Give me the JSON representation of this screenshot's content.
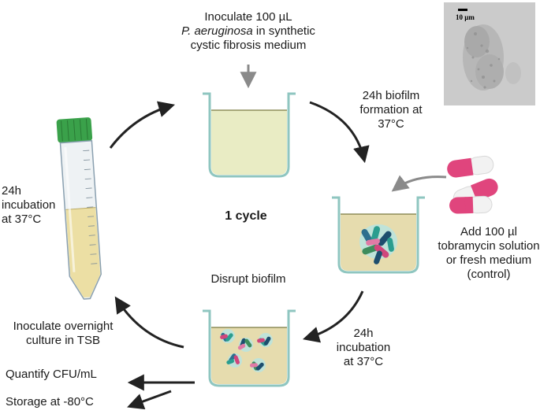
{
  "labels": {
    "inoculate_line1": "Inoculate 100 µL",
    "inoculate_species": "P. aeruginosa",
    "inoculate_line2_rest": " in synthetic",
    "inoculate_line3": "cystic fibrosis medium",
    "biofilm_line1": "24h biofilm",
    "biofilm_line2": "formation at",
    "biofilm_line3": "37°C",
    "incubation_left_line1": "24h",
    "incubation_left_line2": "incubation",
    "incubation_left_line3": "at 37°C",
    "cycle": "1 cycle",
    "add_line1": "Add 100 µl",
    "add_line2": "tobramycin solution",
    "add_line3": "or fresh medium",
    "add_line4": "(control)",
    "disrupt": "Disrupt biofilm",
    "incubation_bottom_line1": "24h",
    "incubation_bottom_line2": "incubation",
    "incubation_bottom_line3": "at 37°C",
    "overnight_line1": "Inoculate overnight",
    "overnight_line2": "culture in TSB",
    "quantify": "Quantify CFU/mL",
    "storage": "Storage at -80°C",
    "scale_bar": "10 µm"
  },
  "colors": {
    "arrow": "#222222",
    "gray_arrow": "#8a8a8a",
    "well_outline": "#8fc6c0",
    "medium": "#e9ecc4",
    "medium_dark": "#e6dcae",
    "tube_cap": "#3aa14a",
    "tube_liquid": "#ecdfa4",
    "capsule_pink": "#e0457d",
    "capsule_white": "#f2f2f2"
  }
}
